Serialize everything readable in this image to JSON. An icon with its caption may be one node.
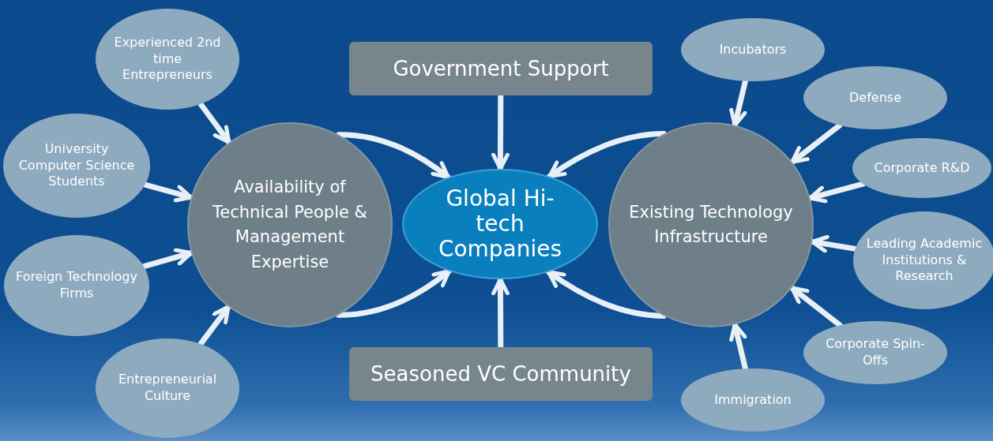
{
  "diagram": {
    "nodes": [
      {
        "text": [
          "Experienced 2nd time Entrepreneurs"
        ]
      },
      {
        "text": [
          "University Computer Science Students"
        ]
      },
      {
        "text": [
          "Foreign Technology Firms"
        ]
      },
      {
        "text": [
          "Entrepreneurial Culture"
        ]
      },
      {
        "text": [
          "Availability of Technical People & Management Expertise"
        ]
      },
      {
        "text": [
          "Government Support"
        ]
      },
      {
        "text": [
          "Global Hi-tech Companies"
        ]
      },
      {
        "text": [
          "Seasoned VC Community"
        ]
      },
      {
        "text": [
          "Existing Technology Infrastructure"
        ]
      },
      {
        "text": [
          "Incubators"
        ]
      },
      {
        "text": [
          "Defense"
        ]
      },
      {
        "text": [
          "Corporate R&D"
        ]
      },
      {
        "text": [
          "Leading Academic Institutions & Research"
        ]
      },
      {
        "text": [
          "Corporate Spin-Offs"
        ]
      },
      {
        "text": [
          "Immigration"
        ]
      }
    ],
    "edges": [
      {
        "from": 0,
        "to": 4,
        "arrow": "to"
      },
      {
        "from": 1,
        "to": 4,
        "arrow": "to"
      },
      {
        "from": 2,
        "to": 4,
        "arrow": "to"
      },
      {
        "from": 3,
        "to": 4,
        "arrow": "to"
      },
      {
        "from": 4,
        "to": 6,
        "arrow": "to"
      },
      {
        "from": 4,
        "to": 6,
        "arrow": "to"
      },
      {
        "from": 5,
        "to": 6,
        "arrow": "to"
      },
      {
        "from": 7,
        "to": 6,
        "arrow": "to"
      },
      {
        "from": 8,
        "to": 6,
        "arrow": "to"
      },
      {
        "from": 8,
        "to": 6,
        "arrow": "to"
      },
      {
        "from": 9,
        "to": 8,
        "arrow": "to"
      },
      {
        "from": 10,
        "to": 8,
        "arrow": "to"
      },
      {
        "from": 11,
        "to": 8,
        "arrow": "to"
      },
      {
        "from": 12,
        "to": 8,
        "arrow": "to"
      },
      {
        "from": 13,
        "to": 8,
        "arrow": "to"
      },
      {
        "from": 14,
        "to": 8,
        "arrow": "to"
      }
    ]
  }
}
